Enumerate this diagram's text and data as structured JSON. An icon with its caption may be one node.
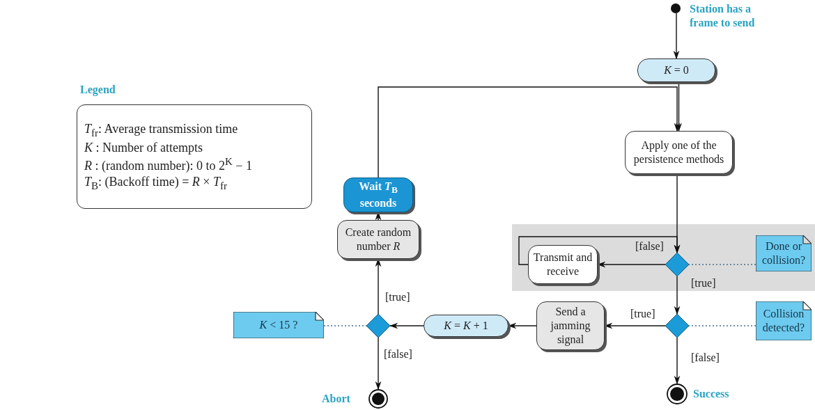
{
  "diagram": {
    "nodes": [
      {
        "text": [],
        "shape": "circle",
        "beside": [
          "Station has a frame to send"
        ]
      },
      {
        "text": [
          "*K* = 0"
        ]
      },
      {
        "text": [
          "Apply one of the persistence methods"
        ]
      },
      {
        "text": [
          "Legend",
          "*T*$_{fr}$: Average transmission time",
          "*K* : Number of attempts",
          "*R* : (random number): 0 to 2$^{K}$ − 1",
          "*T*$_{B}$: (Backoff time) = *R* × *T*$_{fr}$"
        ]
      },
      {
        "text": [
          "Wait *T*$_{B}$ seconds"
        ]
      },
      {
        "text": [
          "Create random number *R*"
        ]
      },
      {
        "text": [
          "*K* < 15 ?"
        ]
      },
      {
        "text": [],
        "shape": "diamond"
      },
      {
        "text": [],
        "shape": "box"
      },
      {
        "text": [
          "Transmit and receive"
        ],
        "in": 8
      },
      {
        "text": [],
        "shape": "diamond",
        "in": 8
      },
      {
        "text": [
          "Done or collision?"
        ],
        "in": 8
      },
      {
        "text": [],
        "shape": "diamond"
      },
      {
        "text": [
          "Collision detected?"
        ]
      },
      {
        "text": [
          "Send a jamming signal"
        ]
      },
      {
        "text": [
          "*K* = *K* + 1"
        ]
      },
      {
        "text": [],
        "shape": "circle",
        "beside": [
          "Abort"
        ]
      },
      {
        "text": [],
        "shape": "circle",
        "beside": [
          "Success"
        ]
      }
    ],
    "edges": [
      {
        "from": 0,
        "to": 1,
        "arrow": "to"
      },
      {
        "from": 1,
        "to": 2,
        "arrow": "to"
      },
      {
        "from": 4,
        "to": 2,
        "arrow": "to"
      },
      {
        "from": 2,
        "to": 10,
        "arrow": "to"
      },
      {
        "from": 10,
        "to": 9,
        "arrow": "to",
        "label": "[false]"
      },
      {
        "from": 9,
        "to": 10,
        "arrow": "to"
      },
      {
        "from": 10,
        "to": 12,
        "arrow": "to",
        "label": "[true]"
      },
      {
        "from": 12,
        "to": 14,
        "arrow": "to",
        "label": "[true]"
      },
      {
        "from": 12,
        "to": 17,
        "arrow": "to",
        "label": "[false]"
      },
      {
        "from": 14,
        "to": 15,
        "arrow": "to"
      },
      {
        "from": 15,
        "to": 7,
        "arrow": "to"
      },
      {
        "from": 7,
        "to": 5,
        "arrow": "to",
        "label": "[true]"
      },
      {
        "from": 7,
        "to": 16,
        "arrow": "to",
        "label": "[false]"
      },
      {
        "from": 5,
        "to": 4,
        "arrow": "to"
      },
      {
        "from": 11,
        "to": 10,
        "arrow": "none",
        "style": "dashed",
        "color": "#4a6a8a"
      },
      {
        "from": 13,
        "to": 12,
        "arrow": "none",
        "style": "dashed",
        "color": "#4a6a8a"
      },
      {
        "from": 6,
        "to": 7,
        "arrow": "none",
        "style": "dashed",
        "color": "#4a6a8a"
      }
    ]
  }
}
